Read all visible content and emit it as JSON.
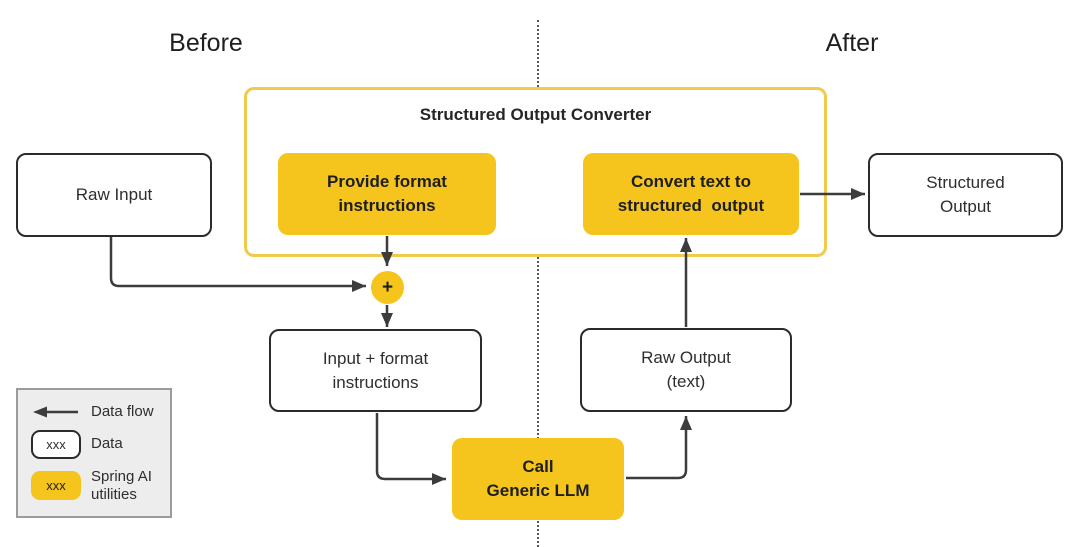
{
  "headers": {
    "before": "Before",
    "after": "After"
  },
  "converter": {
    "title": "Structured Output Converter"
  },
  "nodes": {
    "raw_input": {
      "lines": [
        "Raw Input"
      ]
    },
    "provide_format": {
      "lines": [
        "Provide format",
        "instructions"
      ]
    },
    "convert_text": {
      "lines": [
        "Convert text to",
        "structured  output"
      ]
    },
    "structured_output": {
      "lines": [
        "Structured",
        "Output"
      ]
    },
    "plus": {
      "label": "+"
    },
    "input_format": {
      "lines": [
        "Input + format",
        "instructions"
      ]
    },
    "call_llm": {
      "lines": [
        "Call",
        "Generic LLM"
      ]
    },
    "raw_output": {
      "lines": [
        "Raw Output",
        "(text)"
      ]
    }
  },
  "legend": {
    "items": [
      {
        "label": "Data flow"
      },
      {
        "swatch": "xxx",
        "label": "Data"
      },
      {
        "swatch": "xxx",
        "label": "Spring AI utilities"
      }
    ]
  },
  "colors": {
    "utility_fill": "#f6c51d",
    "container_border": "#f0ca4d",
    "box_border": "#2b2b2b",
    "arrow": "#3c3c3c",
    "legend_bg": "#ededed"
  }
}
